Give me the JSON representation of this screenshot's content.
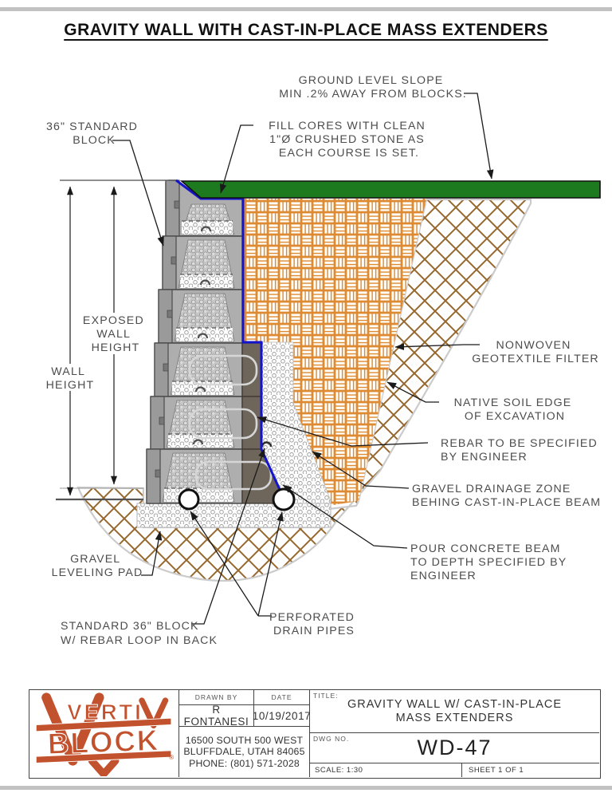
{
  "page": {
    "title": "GRAVITY WALL WITH CAST-IN-PLACE MASS EXTENDERS"
  },
  "diagram": {
    "dim_labels": {
      "wall_height": [
        "WALL",
        "HEIGHT"
      ],
      "exposed_wall_height": [
        "EXPOSED",
        "WALL",
        "HEIGHT"
      ]
    },
    "labels": {
      "standard_block": [
        "36\" STANDARD",
        "BLOCK"
      ],
      "ground_slope": [
        "GROUND LEVEL SLOPE",
        "MIN .2% AWAY FROM BLOCKS."
      ],
      "fill_cores": [
        "FILL CORES WITH CLEAN",
        "1\"Ø CRUSHED STONE AS",
        "EACH COURSE IS SET."
      ],
      "nonwoven": [
        "NONWOVEN",
        "GEOTEXTILE FILTER"
      ],
      "native_soil": [
        "NATIVE SOIL EDGE",
        "OF EXCAVATION"
      ],
      "rebar": [
        "REBAR TO BE SPECIFIED",
        "BY ENGINEER"
      ],
      "gravel_zone": [
        "GRAVEL DRAINAGE ZONE",
        "BEHING CAST-IN-PLACE BEAM"
      ],
      "pour_beam": [
        "POUR CONCRETE BEAM",
        "TO DEPTH SPECIFIED BY",
        "ENGINEER"
      ],
      "leveling_pad": [
        "GRAVEL",
        "LEVELING PAD"
      ],
      "standard36": [
        "STANDARD 36\" BLOCK",
        "W/ REBAR LOOP IN BACK"
      ],
      "perforated": [
        "PERFORATED",
        "DRAIN PIPES"
      ]
    }
  },
  "title_block": {
    "drawn_by_label": "DRAWN BY",
    "drawn_by": "R FONTANESI",
    "date_label": "DATE",
    "date": "10/19/2017",
    "address_lines": [
      "16500 SOUTH 500 WEST",
      "BLUFFDALE, UTAH 84065",
      "PHONE: (801) 571-2028"
    ],
    "title_label": "TITLE:",
    "title_lines": [
      "GRAVITY WALL W/ CAST-IN-PLACE",
      "MASS EXTENDERS"
    ],
    "dwg_label": "DWG NO.",
    "dwg_no": "WD-47",
    "scale": "SCALE: 1:30",
    "sheet": "SHEET 1 OF 1"
  },
  "logo": {
    "line1": "VERTI",
    "line2": "BLOCK",
    "registered": "®"
  },
  "colors": {
    "logo_orange": "#c2512e",
    "ground_green": "#1d7a1f",
    "liner_blue": "#1414cc",
    "backfill_orange": "#dd8a33",
    "soil_brown": "#96682e",
    "beam_gray": "#6e665b"
  }
}
